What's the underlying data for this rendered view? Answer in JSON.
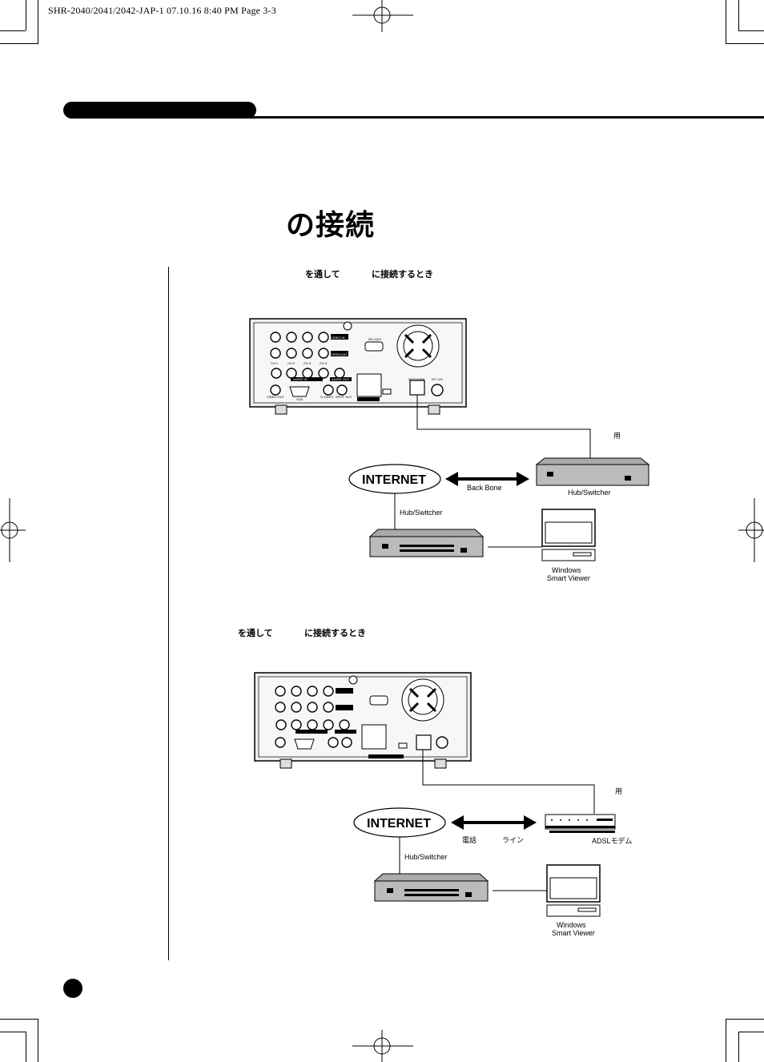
{
  "header": {
    "file_info": "SHR-2040/2041/2042-JAP-1  07.10.16 8:40 PM  Page 3-3"
  },
  "title": "の接続",
  "sections": [
    {
      "heading_left": "を通して",
      "heading_right": "に接続するとき",
      "dvr_labels": {
        "video_in": "VIDEO IN",
        "through": "THROUGH",
        "rs232c": "RS-232C",
        "audio_in": "AUDIO IN",
        "audio_out": "AUDIO OUT",
        "network": "NETWORK",
        "power": "DC 12V",
        "video_out": "VIDEO OUT",
        "vga": "VGA",
        "svideo": "S-VIDEO",
        "spot_out": "SPOT OUT",
        "ch1": "CH 1",
        "ch2": "CH 2",
        "ch3": "CH 3",
        "ch4": "CH 4"
      },
      "use_label": "用",
      "internet_label": "INTERNET",
      "link_label": "Back Bone",
      "device_right_label": "Hub/Switcher",
      "hub_label": "Hub/Switcher",
      "pc_label_line1": "Windows",
      "pc_label_line2": "Smart Viewer"
    },
    {
      "heading_left": "を通して",
      "heading_right": "に接続するとき",
      "use_label": "用",
      "internet_label": "INTERNET",
      "link_label_left": "電話",
      "link_label_right": "ライン",
      "device_right_label": "ADSLモデム",
      "hub_label": "Hub/Switcher",
      "pc_label_line1": "Windows",
      "pc_label_line2": "Smart Viewer"
    }
  ]
}
